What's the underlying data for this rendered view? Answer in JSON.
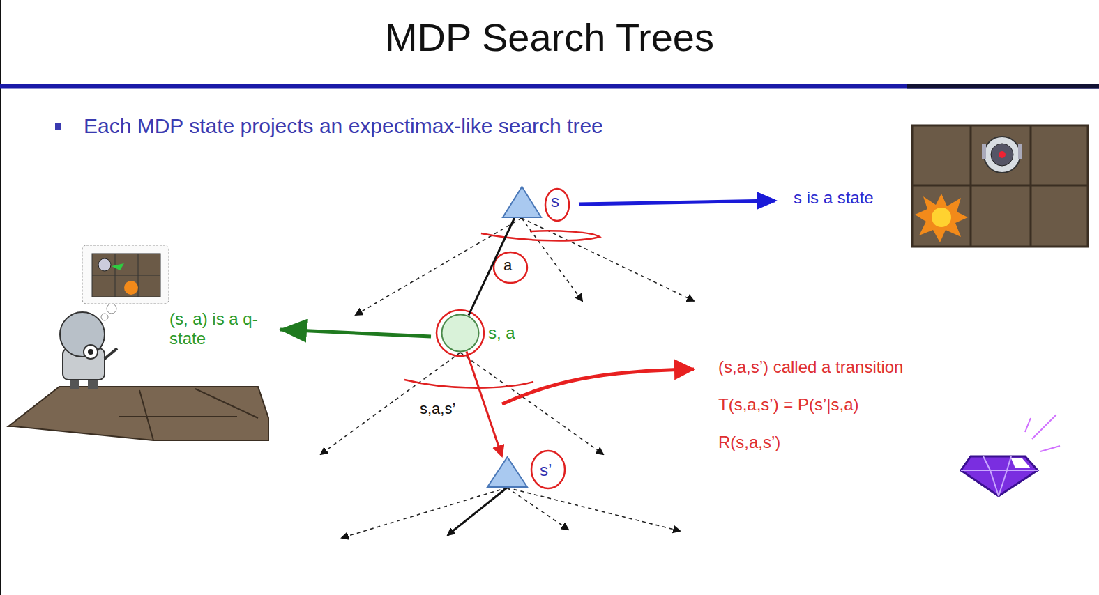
{
  "diagram": {
    "title": "MDP Search Trees",
    "nodes": [
      {
        "text": [
          "s"
        ]
      },
      {
        "text": [
          "s, a"
        ]
      },
      {
        "text": [
          "s’"
        ]
      }
    ],
    "edges": [
      {
        "from": 0,
        "to": 1,
        "label": "a",
        "arrow": "none"
      },
      {
        "from": 1,
        "to": 2,
        "label": "s,a,s’",
        "arrow": "to"
      }
    ],
    "labels": [
      "Each MDP state projects an expectimax-like search tree",
      "s is a state",
      "(s, a) is a q-state",
      "(s,a,s’) called a transition",
      "T(s,a,s’) = P(s’|s,a)",
      "R(s,a,s’)"
    ]
  }
}
